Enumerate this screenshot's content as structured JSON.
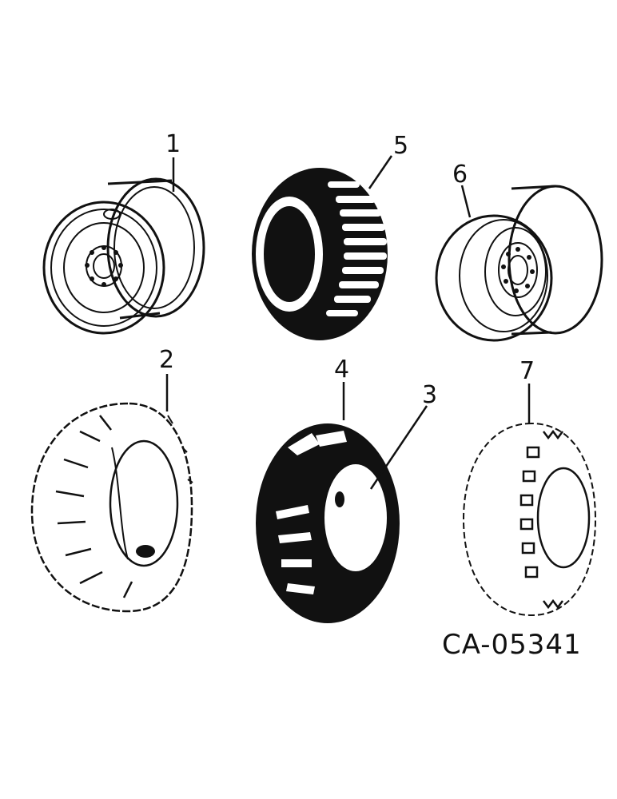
{
  "diagram": {
    "callouts": [
      {
        "id": "1",
        "label": "1"
      },
      {
        "id": "2",
        "label": "2"
      },
      {
        "id": "3",
        "label": "3"
      },
      {
        "id": "4",
        "label": "4"
      },
      {
        "id": "5",
        "label": "5"
      },
      {
        "id": "6",
        "label": "6"
      },
      {
        "id": "7",
        "label": "7"
      }
    ],
    "drawing_code": "CA-05341"
  },
  "colors": {
    "ink": "#111111",
    "paper": "#ffffff"
  }
}
